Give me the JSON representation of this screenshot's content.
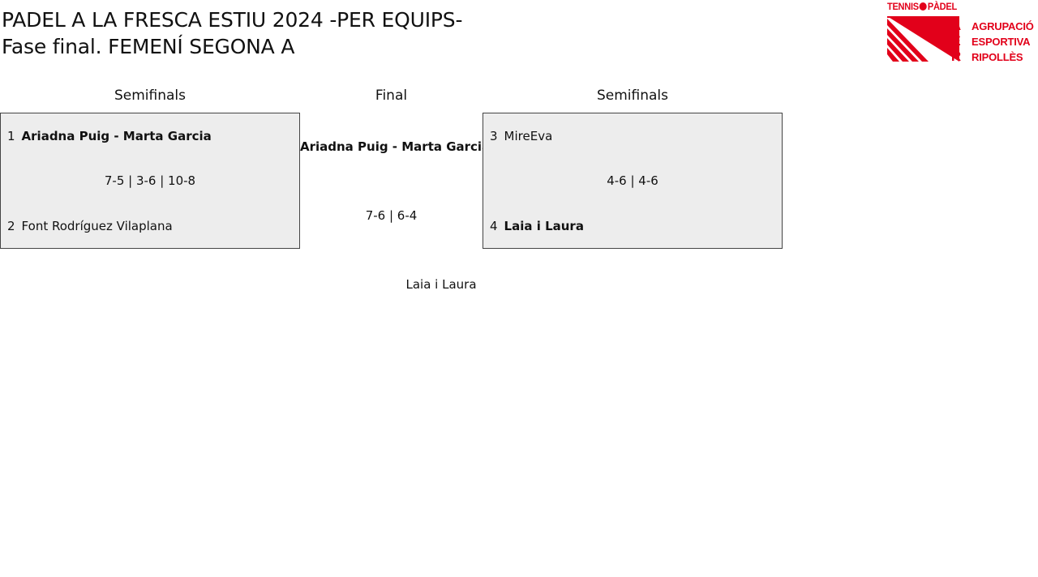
{
  "title": {
    "line1": "PADEL A LA FRESCA ESTIU 2024 -PER EQUIPS-",
    "line2": "Fase final. FEMENÍ SEGONA A"
  },
  "logo": {
    "top_left": "TENNIS",
    "top_right": "PÀDEL",
    "letters": [
      "A",
      "E",
      "R"
    ],
    "lines": [
      "AGRUPACIÓ",
      "ESPORTIVA",
      "RIPOLLÈS"
    ],
    "color": "#e2001a"
  },
  "rounds": {
    "left": "Semifinals",
    "final": "Final",
    "right": "Semifinals"
  },
  "semifinal_left": {
    "team1": {
      "seed": "1",
      "name": "Ariadna Puig - Marta Garcia",
      "winner": true
    },
    "score": "7-5 | 3-6 | 10-8",
    "team2": {
      "seed": "2",
      "name": "Font Rodríguez Vilaplana",
      "winner": false
    }
  },
  "semifinal_right": {
    "team1": {
      "seed": "3",
      "name": "MireEva",
      "winner": false
    },
    "score": "4-6 | 4-6",
    "team2": {
      "seed": "4",
      "name": "Laia i Laura",
      "winner": true
    }
  },
  "final": {
    "team": "Ariadna Puig - Marta Garcia",
    "score": "7-6 | 6-4",
    "other_team": "Laia i Laura"
  },
  "colors": {
    "box_background": "#ededed",
    "box_border": "#444444",
    "text": "#111111"
  }
}
